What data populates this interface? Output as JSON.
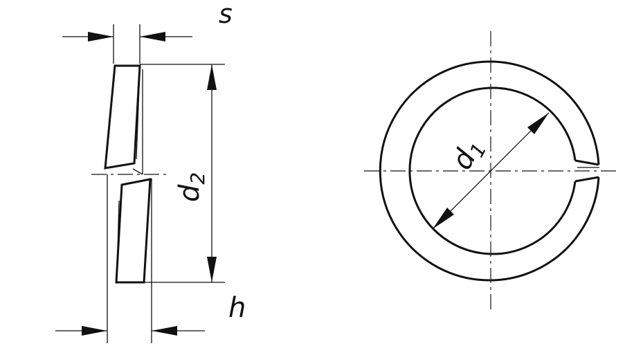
{
  "labels": {
    "thickness": "s",
    "free_height": "h",
    "outer_diameter_main": "d",
    "outer_diameter_sub": "2",
    "inner_diameter_main": "d",
    "inner_diameter_sub": "1"
  },
  "colors": {
    "line": "#111111",
    "background": "#ffffff"
  }
}
